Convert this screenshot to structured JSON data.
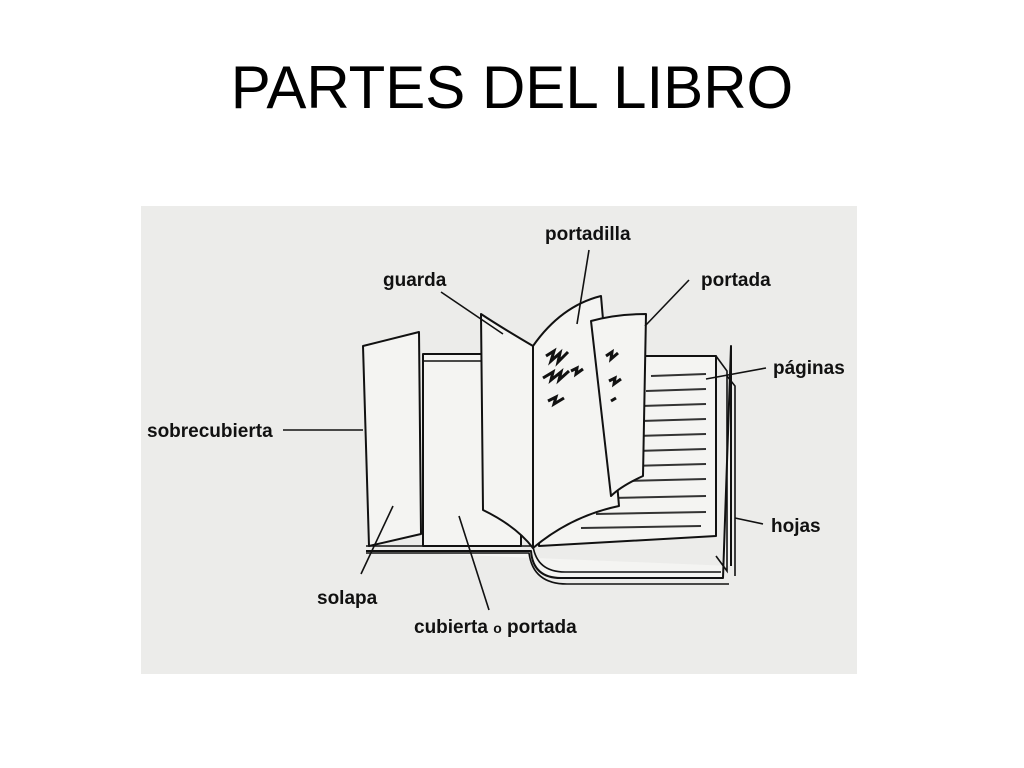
{
  "title": "PARTES DEL LIBRO",
  "diagram": {
    "labels": {
      "portadilla": "portadilla",
      "guarda": "guarda",
      "portada_top": "portada",
      "paginas": "páginas",
      "sobrecubierta": "sobrecubierta",
      "hojas": "hojas",
      "solapa": "solapa",
      "cubierta_main": "cubierta",
      "cubierta_o": "o",
      "cubierta_portada": "portada"
    }
  }
}
